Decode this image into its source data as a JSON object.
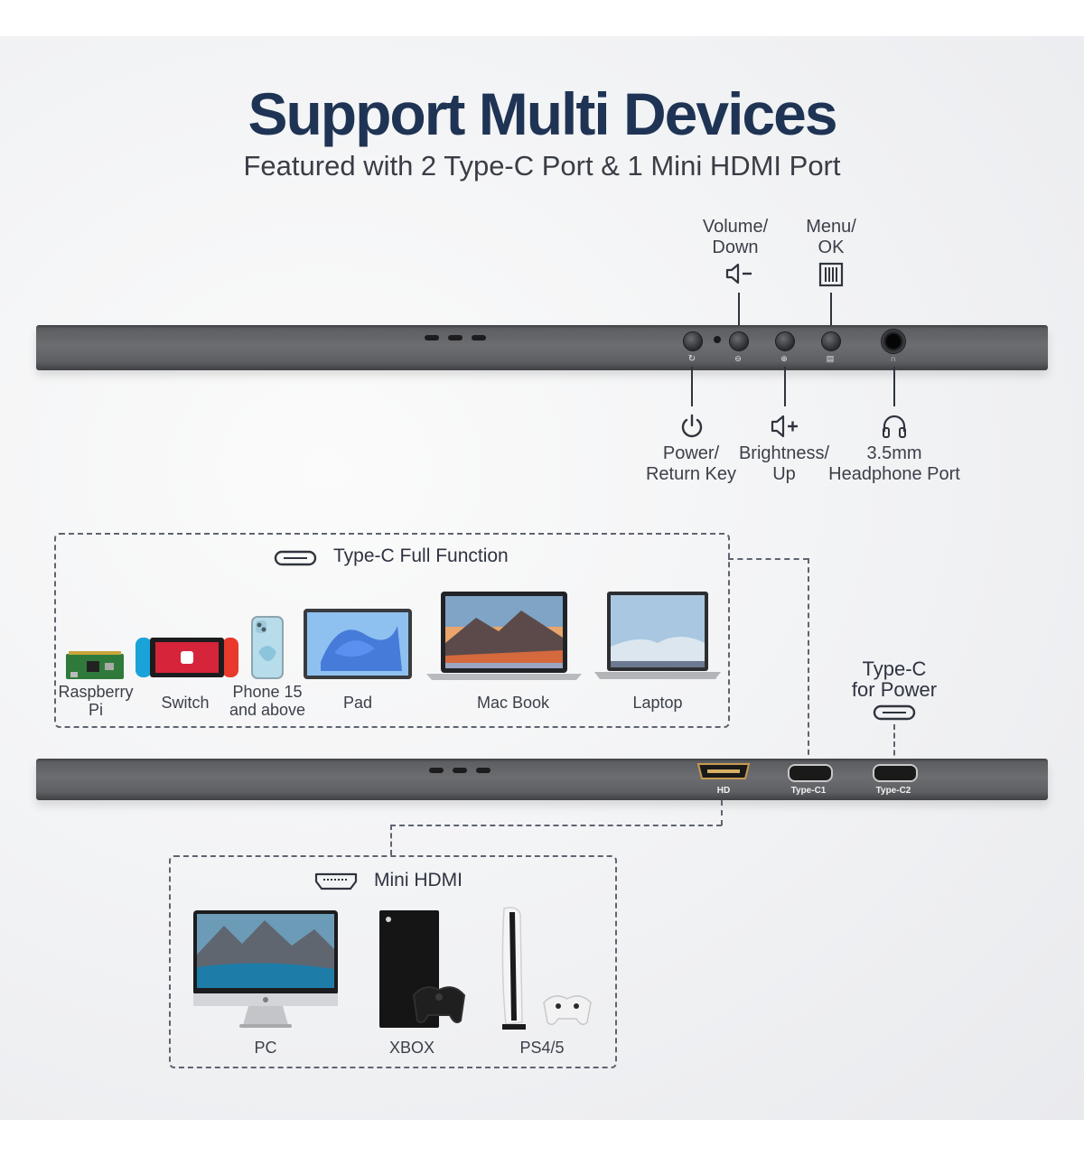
{
  "header": {
    "title": "Support Multi Devices",
    "subtitle": "Featured with 2 Type-C Port & 1 Mini HDMI Port"
  },
  "buttons_top": {
    "volume_down": [
      "Volume/",
      "Down"
    ],
    "menu_ok": [
      "Menu/",
      "OK"
    ]
  },
  "buttons_bottom": {
    "power": [
      "Power/",
      "Return Key"
    ],
    "brightness": [
      "Brightness/",
      "Up"
    ],
    "headphone": [
      "3.5mm",
      "Headphone Port"
    ]
  },
  "typec_box": {
    "title": "Type-C Full Function",
    "devices": [
      {
        "name": "Raspberry",
        "name2": "Pi",
        "icon": "raspberry-pi-icon"
      },
      {
        "name": "Switch",
        "name2": "",
        "icon": "switch-icon"
      },
      {
        "name": "Phone 15",
        "name2": "and above",
        "icon": "phone-icon"
      },
      {
        "name": "Pad",
        "name2": "",
        "icon": "tablet-icon"
      },
      {
        "name": "Mac Book",
        "name2": "",
        "icon": "macbook-icon"
      },
      {
        "name": "Laptop",
        "name2": "",
        "icon": "laptop-icon"
      }
    ]
  },
  "power_port": [
    "Type-C",
    "for Power"
  ],
  "ports": {
    "hdmi": "HD",
    "typec1": "Type-C1",
    "typec2": "Type-C2"
  },
  "hdmi_box": {
    "title": "Mini HDMI",
    "devices": [
      {
        "name": "PC",
        "icon": "imac-icon"
      },
      {
        "name": "XBOX",
        "icon": "xbox-icon"
      },
      {
        "name": "PS4/5",
        "icon": "playstation-icon"
      }
    ]
  },
  "colors": {
    "title": "#1f3454",
    "bar": "#6c6d71",
    "text": "#3b3f48"
  }
}
